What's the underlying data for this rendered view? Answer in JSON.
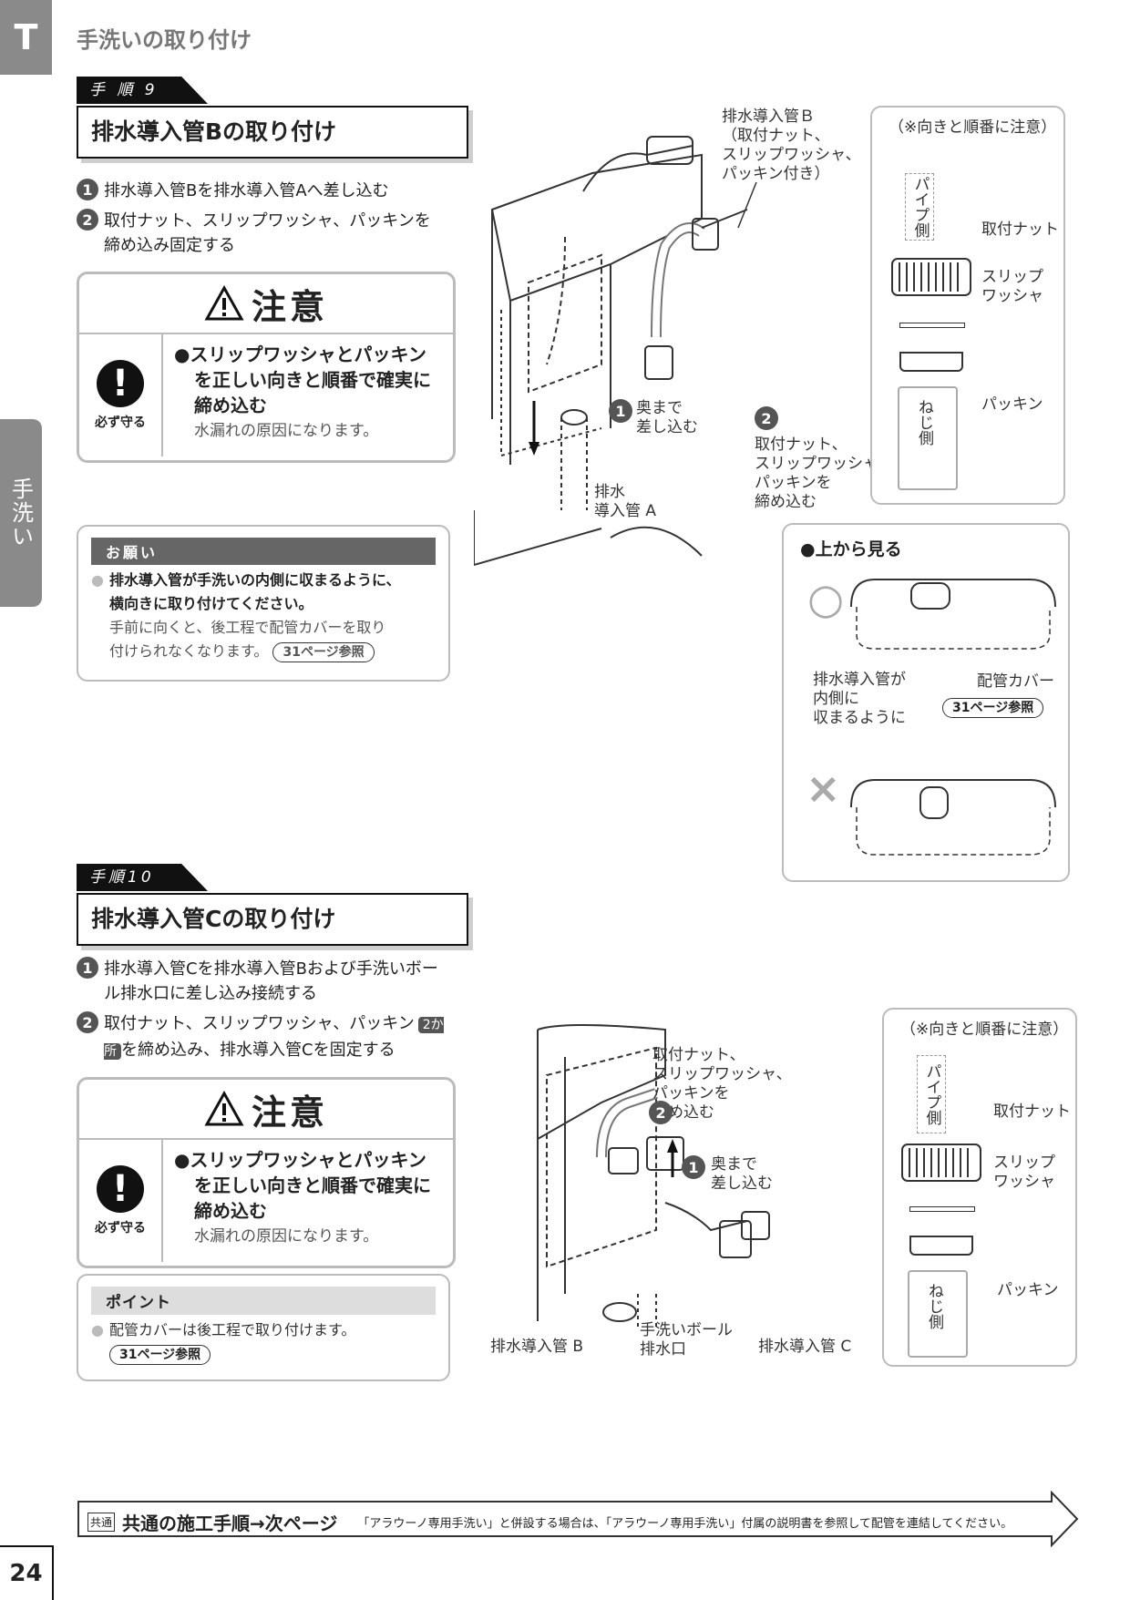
{
  "header": {
    "tab": "T",
    "title": "手洗いの取り付け",
    "side_tab": "手洗い"
  },
  "step9": {
    "label": "手 順 9",
    "title": "排水導入管Bの取り付け",
    "instructions": [
      {
        "num": "1",
        "text": "排水導入管Bを排水導入管Aへ差し込む"
      },
      {
        "num": "2",
        "text": "取付ナット、スリップワッシャ、パッキンを締め込み固定する"
      }
    ],
    "caution": {
      "title": "注意",
      "must": "必ず守る",
      "main": "●スリップワッシャとパッキンを正しい向きと順番で確実に締め込む",
      "main_lines": [
        "●スリップワッシャとパッキン",
        "を正しい向きと順番で確実に",
        "締め込む"
      ],
      "sub": "水漏れの原因になります。"
    },
    "request": {
      "title": "お願い",
      "bold_lines": [
        "排水導入管が手洗いの内側に収まるように、",
        "横向きに取り付けてください。"
      ],
      "normal_lines": [
        "手前に向くと、後工程で配管カバーを取り",
        "付けられなくなります。"
      ],
      "ref": "31ページ参照"
    },
    "figure": {
      "pipe_b_label": [
        "排水導入管Ｂ",
        "（取付ナット、",
        "スリップワッシャ、",
        "パッキン付き）"
      ],
      "insert_label": [
        "奥まで",
        "差し込む"
      ],
      "tighten_label": [
        "取付ナット、",
        "スリップワッシャ、",
        "パッキンを",
        "締め込む"
      ],
      "pipe_a_label": [
        "排水",
        "導入管 A"
      ],
      "detail_note": "（※向きと順番に注意）",
      "pipe_side": "パイプ側",
      "nut": "取付ナット",
      "washer": [
        "スリップ",
        "ワッシャ"
      ],
      "packing": "パッキン",
      "screw_side": "ねじ側",
      "top_view_title": "●上から見る",
      "good_mark": "○",
      "bad_mark": "×",
      "inside_label": [
        "排水導入管が",
        "内側に",
        "収まるように"
      ],
      "cover_label": "配管カバー",
      "cover_ref": "31ページ参照"
    }
  },
  "step10": {
    "label": "手順10",
    "title": "排水導入管Cの取り付け",
    "instructions": [
      {
        "num": "1",
        "text": "排水導入管Cを排水導入管Bおよび手洗いボール排水口に差し込み接続する"
      },
      {
        "num": "2",
        "text": "取付ナット、スリップワッシャ、パッキン",
        "badge": "2か所",
        "text2": "を締め込み、排水導入管Cを固定する"
      }
    ],
    "caution": {
      "title": "注意",
      "must": "必ず守る",
      "main_lines": [
        "●スリップワッシャとパッキン",
        "を正しい向きと順番で確実に",
        "締め込む"
      ],
      "sub": "水漏れの原因になります。"
    },
    "point": {
      "title": "ポイント",
      "line": "配管カバーは後工程で取り付けます。",
      "ref": "31ページ参照"
    },
    "figure": {
      "tighten_label": [
        "取付ナット、",
        "スリップワッシャ、",
        "パッキンを",
        "締め込む"
      ],
      "insert_label": [
        "奥まで",
        "差し込む"
      ],
      "pipe_b": "排水導入管 B",
      "outlet": [
        "手洗いボール",
        "排水口"
      ],
      "pipe_c": "排水導入管 C",
      "detail_note": "（※向きと順番に注意）",
      "pipe_side": "パイプ側",
      "nut": "取付ナット",
      "washer": [
        "スリップ",
        "ワッシャ"
      ],
      "packing": "パッキン",
      "screw_side": "ねじ側"
    }
  },
  "footer": {
    "chip": "共通",
    "title": "共通の施工手順→次ページ",
    "note": "「アラウーノ専用手洗い」と併設する場合は、「アラウーノ専用手洗い」付属の説明書を参照して配管を連結してください。",
    "page": "24"
  }
}
